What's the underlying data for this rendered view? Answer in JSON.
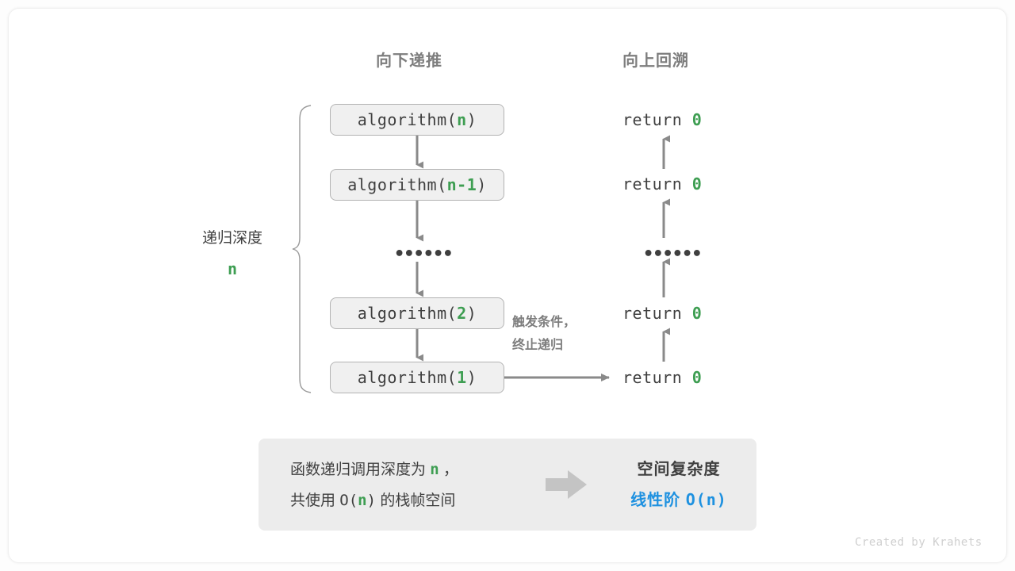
{
  "headers": {
    "down": "向下递推",
    "up": "向上回溯"
  },
  "depth": {
    "label": "递归深度",
    "value": "n"
  },
  "call_stack": [
    {
      "prefix": "algorithm(",
      "arg": "n",
      "suffix": ")"
    },
    {
      "prefix": "algorithm(",
      "arg": "n-1",
      "suffix": ")"
    },
    {
      "prefix": "algorithm(",
      "arg": "2",
      "suffix": ")"
    },
    {
      "prefix": "algorithm(",
      "arg": "1",
      "suffix": ")"
    }
  ],
  "ellipsis": "••••••",
  "returns": [
    {
      "keyword": "return",
      "value": "0"
    },
    {
      "keyword": "return",
      "value": "0"
    },
    {
      "keyword": "return",
      "value": "0"
    },
    {
      "keyword": "return",
      "value": "0"
    }
  ],
  "trigger_note": {
    "line1": "触发条件，",
    "line2": "终止递归"
  },
  "summary": {
    "line1_a": "函数递归调用深度为 ",
    "line1_n": "n",
    "line1_b": " ，",
    "line2_a": "共使用 ",
    "line2_o": "O(",
    "line2_n": "n",
    "line2_c": ")",
    "line2_b": " 的栈帧空间",
    "complexity_title": "空间复杂度",
    "complexity_order": "线性阶 ",
    "complexity_value": "O(n)"
  },
  "credit": "Created by Krahets",
  "colors": {
    "green": "#3e9e52",
    "blue": "#1e91e0",
    "gray_text": "#3f3f3f",
    "gray_muted": "#7d7d7d",
    "panel": "#ececec",
    "box_fill": "#f0f0f0",
    "box_border": "#b3b3b3",
    "arrow": "#8a8a8a"
  }
}
